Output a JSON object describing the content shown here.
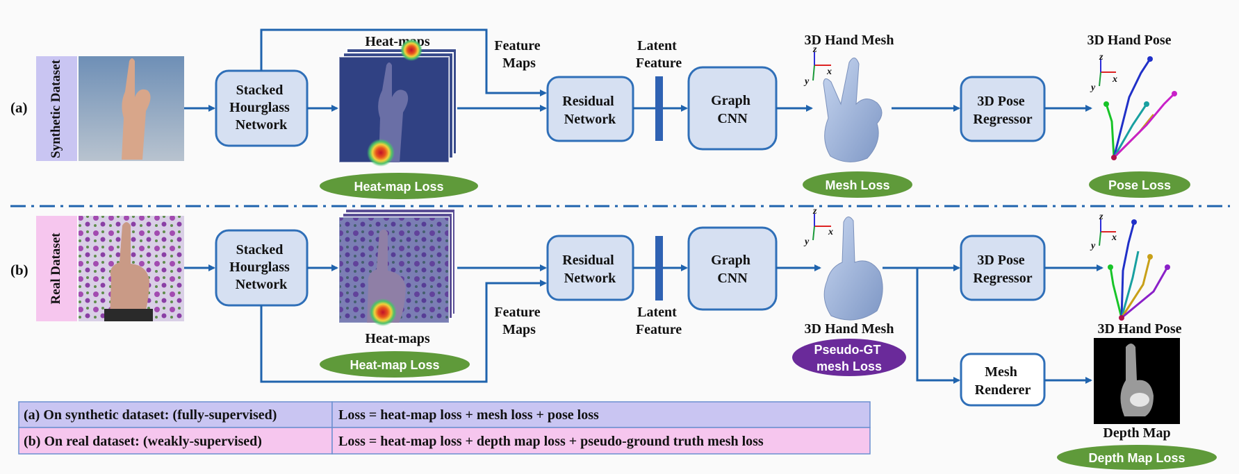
{
  "row_a": {
    "label": "(a)",
    "dataset": "Synthetic Dataset",
    "hourglass": [
      "Stacked",
      "Hourglass",
      "Network"
    ],
    "heatmaps": "Heat-maps",
    "feature_maps": [
      "Feature",
      "Maps"
    ],
    "residual": [
      "Residual",
      "Network"
    ],
    "latent": [
      "Latent",
      "Feature"
    ],
    "graph": [
      "Graph",
      "CNN"
    ],
    "mesh_title": "3D Hand Mesh",
    "pose_regressor": [
      "3D Pose",
      "Regressor"
    ],
    "pose_title": "3D Hand Pose",
    "heatmap_loss": "Heat-map Loss",
    "mesh_loss": "Mesh Loss",
    "pose_loss": "Pose Loss"
  },
  "row_b": {
    "label": "(b)",
    "dataset": "Real  Dataset",
    "hourglass": [
      "Stacked",
      "Hourglass",
      "Network"
    ],
    "heatmaps": "Heat-maps",
    "feature_maps": [
      "Feature",
      "Maps"
    ],
    "residual": [
      "Residual",
      "Network"
    ],
    "latent": [
      "Latent",
      "Feature"
    ],
    "graph": [
      "Graph",
      "CNN"
    ],
    "mesh_title": "3D Hand Mesh",
    "pose_regressor": [
      "3D Pose",
      "Regressor"
    ],
    "pose_title": "3D Hand Pose",
    "renderer": [
      "Mesh",
      "Renderer"
    ],
    "depth_title": "Depth Map",
    "heatmap_loss": "Heat-map Loss",
    "pseudo_loss": [
      "Pseudo-GT",
      "mesh Loss"
    ],
    "depth_loss": "Depth Map Loss"
  },
  "axes": {
    "z": "z",
    "x": "x",
    "y": "y"
  },
  "table": [
    {
      "left": "(a) On synthetic dataset: (fully-supervised)",
      "right": "Loss = heat-map loss + mesh loss + pose loss"
    },
    {
      "left": "(b) On real dataset: (weakly-supervised)",
      "right": "Loss = heat-map loss + depth map loss + pseudo-ground truth mesh loss"
    }
  ],
  "colors": {
    "box_fill": "#d6e0f2",
    "line": "#1f63ad",
    "loss_green": "#5f9a3a",
    "loss_purple": "#6a2a9a",
    "synthetic": "#c9c5f2",
    "real": "#f6c6ee"
  }
}
